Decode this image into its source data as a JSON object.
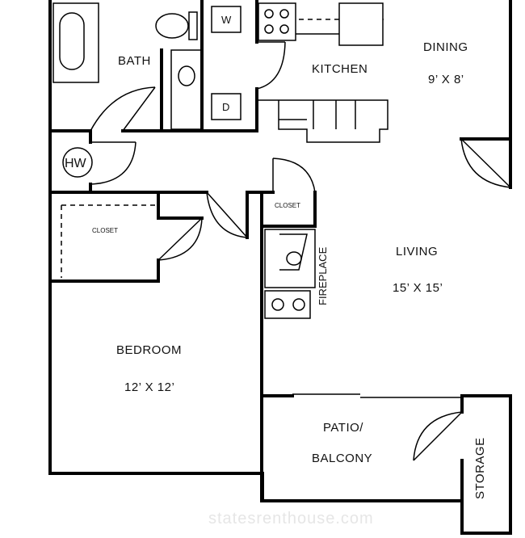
{
  "rooms": {
    "bath": "BATH",
    "kitchen": "KITCHEN",
    "dining": "DINING",
    "dining_size": "9’ X 8’",
    "living": "LIVING",
    "living_size": "15’ X 15’",
    "bedroom": "BEDROOM",
    "bedroom_size": "12’ X 12’",
    "patio_line1": "PATIO/",
    "patio_line2": "BALCONY",
    "storage": "STORAGE",
    "fireplace": "FIREPLACE",
    "closet_bedroom": "CLOSET",
    "closet_living": "CLOSET"
  },
  "appliances": {
    "washer": "W",
    "dryer": "D",
    "water_heater": "HW"
  },
  "watermark": "statesrenthouse.com"
}
